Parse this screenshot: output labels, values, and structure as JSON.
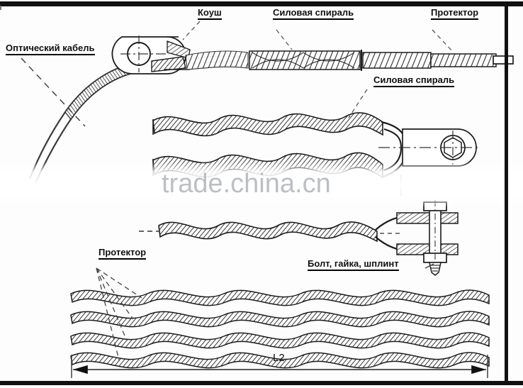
{
  "document": {
    "type": "technical-drawing",
    "subject": "Preformed helical dead-end tension clamp for optical cable",
    "language": "ru"
  },
  "labels": {
    "optical_cable": "Оптический кабель",
    "thimble": "Коуш",
    "power_spiral_top": "Силовая спираль",
    "protector_top": "Протектор",
    "power_spiral_mid": "Силовая спираль",
    "bolt_nut_cotter": "Болт, гайка, шплинт",
    "protector_bottom": "Протектор"
  },
  "dimensions": {
    "l2": "L2"
  },
  "watermark": {
    "text": "trade.china.cn"
  },
  "colors": {
    "ink": "#111111",
    "line": "#222222",
    "watermark": "#b9bcc0",
    "background": "#fdfdfd"
  },
  "figures": [
    {
      "id": "fig-1",
      "name": "cable-with-thimble-and-spirals",
      "parts": [
        "Оптический кабель",
        "Коуш",
        "Силовая спираль",
        "Протектор"
      ]
    },
    {
      "id": "fig-2",
      "name": "double-helical-rod-with-eye-fitting",
      "parts": [
        "Силовая спираль"
      ]
    },
    {
      "id": "fig-3",
      "name": "single-helical-rod-with-clevis-bolt",
      "parts": [
        "Болт, гайка, шплинт"
      ]
    },
    {
      "id": "fig-4",
      "name": "four-protector-rods-with-length-dimension",
      "parts": [
        "Протектор",
        "L2"
      ]
    }
  ]
}
